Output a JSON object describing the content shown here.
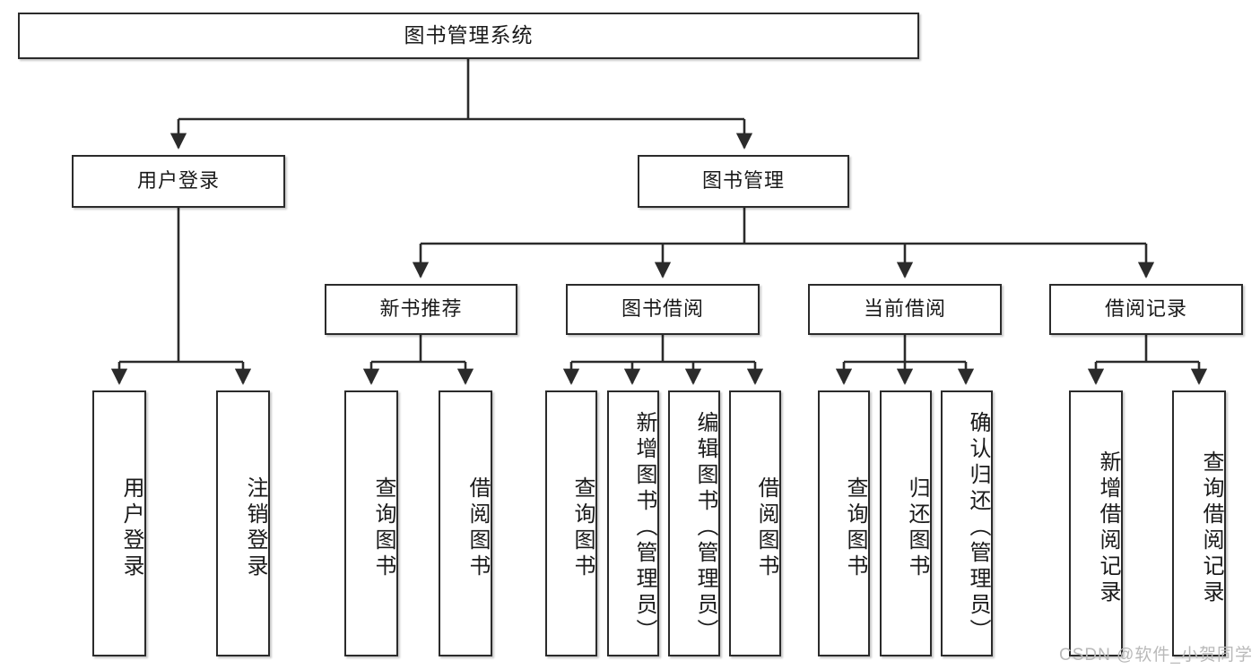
{
  "diagram": {
    "title": "图书管理系统",
    "type": "tree",
    "stroke_color": "#2b2b2b",
    "fill_color": "#ffffff",
    "text_color": "#1a1a1a"
  },
  "nodes": {
    "root": {
      "label": "图书管理系统"
    },
    "level2": [
      {
        "id": "user-login",
        "label": "用户登录"
      },
      {
        "id": "book-manage",
        "label": "图书管理"
      }
    ],
    "level3": [
      {
        "id": "new-book-rec",
        "label": "新书推荐"
      },
      {
        "id": "book-borrow",
        "label": "图书借阅"
      },
      {
        "id": "current-borrow",
        "label": "当前借阅"
      },
      {
        "id": "borrow-record",
        "label": "借阅记录"
      }
    ],
    "leaves": [
      {
        "id": "leaf-user-login",
        "label": "用户登录",
        "parent": "user-login"
      },
      {
        "id": "leaf-user-logout",
        "label": "注销登录",
        "parent": "user-login"
      },
      {
        "id": "leaf-query-book-1",
        "label": "查询图书",
        "parent": "new-book-rec"
      },
      {
        "id": "leaf-borrow-book-1",
        "label": "借阅图书",
        "parent": "new-book-rec"
      },
      {
        "id": "leaf-query-book-2",
        "label": "查询图书",
        "parent": "book-borrow"
      },
      {
        "id": "leaf-add-book",
        "label": "新增图书（管理员）",
        "parent": "book-borrow"
      },
      {
        "id": "leaf-edit-book",
        "label": "编辑图书（管理员）",
        "parent": "book-borrow"
      },
      {
        "id": "leaf-borrow-book-2",
        "label": "借阅图书",
        "parent": "book-borrow"
      },
      {
        "id": "leaf-query-book-3",
        "label": "查询图书",
        "parent": "current-borrow"
      },
      {
        "id": "leaf-return-book",
        "label": "归还图书",
        "parent": "current-borrow"
      },
      {
        "id": "leaf-confirm-return",
        "label": "确认归还（管理员）",
        "parent": "current-borrow"
      },
      {
        "id": "leaf-add-record",
        "label": "新增借阅记录",
        "parent": "borrow-record"
      },
      {
        "id": "leaf-query-record",
        "label": "查询借阅记录",
        "parent": "borrow-record"
      }
    ]
  },
  "watermark": {
    "text": "CSDN @软件_小贺同学"
  }
}
